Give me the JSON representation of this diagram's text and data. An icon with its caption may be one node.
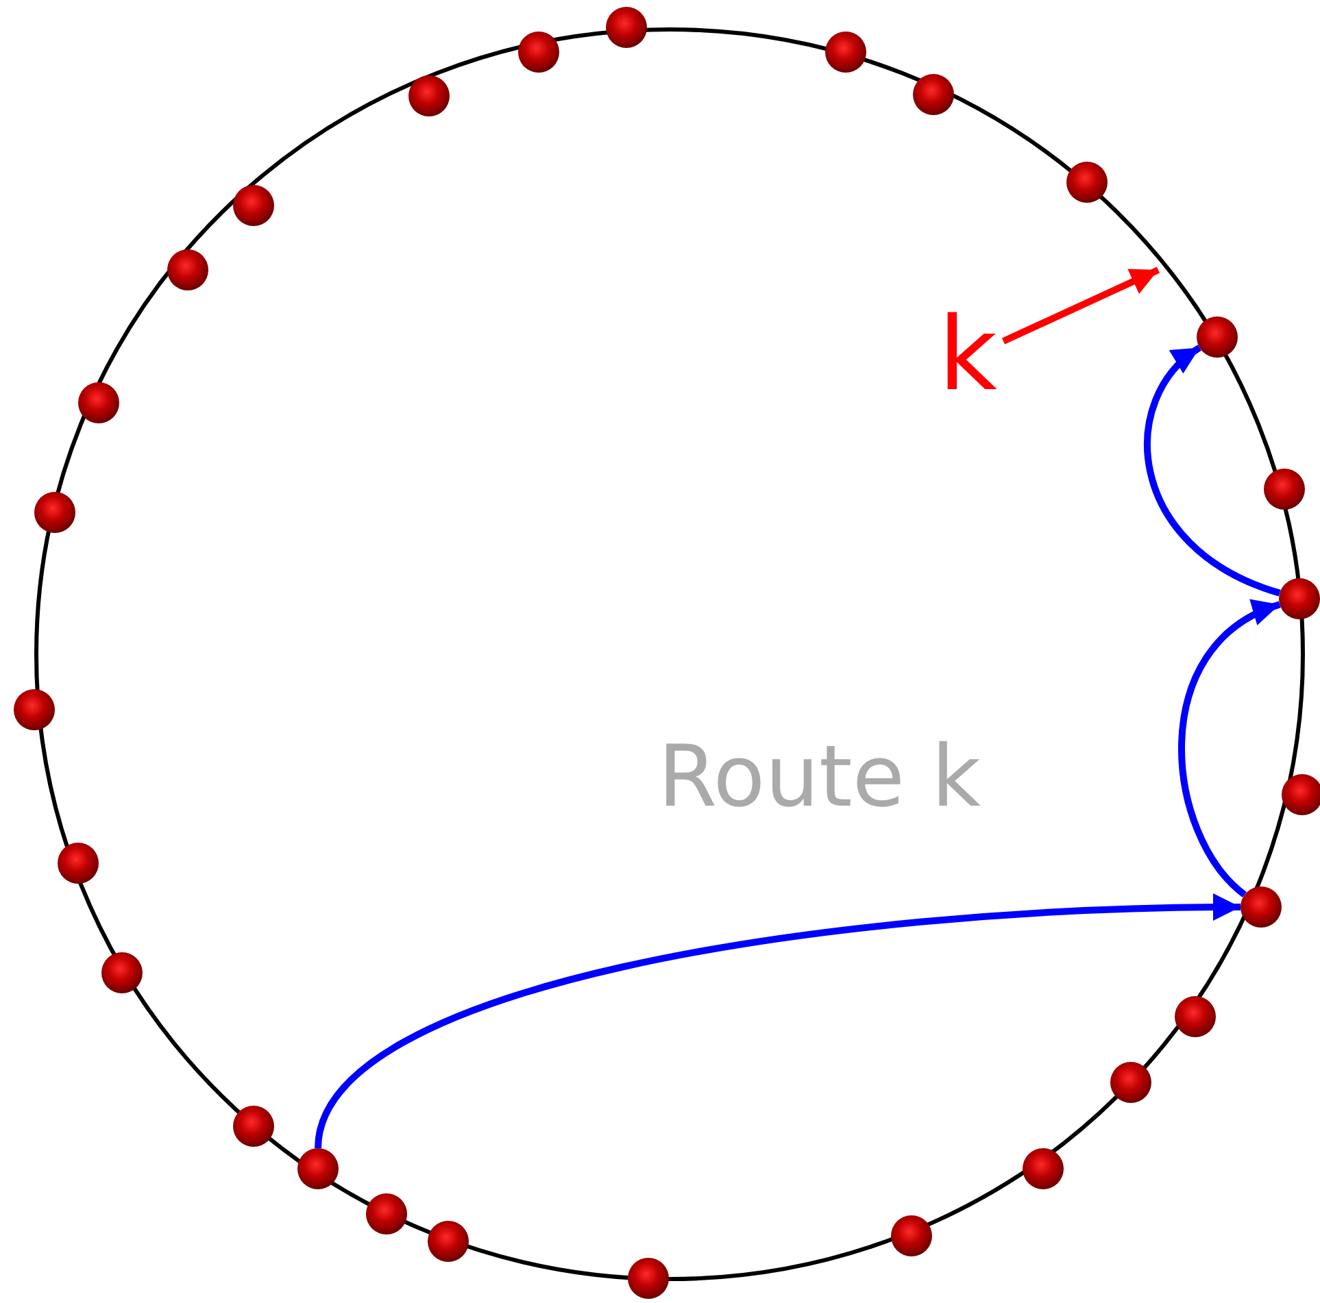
{
  "diagram": {
    "nodes": [
      {
        "text": [],
        "shape": "circle"
      },
      {
        "text": [],
        "shape": "circle"
      },
      {
        "text": [],
        "shape": "circle"
      },
      {
        "text": [],
        "shape": "circle"
      },
      {
        "text": [],
        "shape": "circle"
      },
      {
        "text": [],
        "shape": "circle"
      },
      {
        "text": [],
        "shape": "circle"
      },
      {
        "text": [],
        "shape": "circle"
      },
      {
        "text": [],
        "shape": "circle"
      },
      {
        "text": [],
        "shape": "circle"
      },
      {
        "text": [],
        "shape": "circle"
      },
      {
        "text": [],
        "shape": "circle"
      },
      {
        "text": [],
        "shape": "circle"
      },
      {
        "text": [],
        "shape": "circle"
      },
      {
        "text": [],
        "shape": "circle"
      },
      {
        "text": [],
        "shape": "circle"
      },
      {
        "text": [],
        "shape": "circle"
      },
      {
        "text": [],
        "shape": "circle"
      },
      {
        "text": [],
        "shape": "circle"
      },
      {
        "text": [],
        "shape": "circle"
      },
      {
        "text": [],
        "shape": "circle"
      },
      {
        "text": [],
        "shape": "circle"
      },
      {
        "text": [],
        "shape": "circle"
      },
      {
        "text": [],
        "shape": "circle"
      },
      {
        "text": [],
        "shape": "circle"
      },
      {
        "text": [],
        "shape": "circle"
      },
      {
        "text": [],
        "shape": "circle"
      },
      {
        "text": [
          "k"
        ]
      }
    ],
    "edges": [
      {
        "from": 21,
        "to": 16,
        "arrow": "to"
      },
      {
        "from": 16,
        "to": 12,
        "arrow": "to"
      },
      {
        "from": 12,
        "to": 8,
        "arrow": "to"
      },
      {
        "from": 27,
        "to": null,
        "arrow": "to",
        "color": "#ff0000"
      }
    ],
    "labels": [
      "Route k"
    ]
  }
}
